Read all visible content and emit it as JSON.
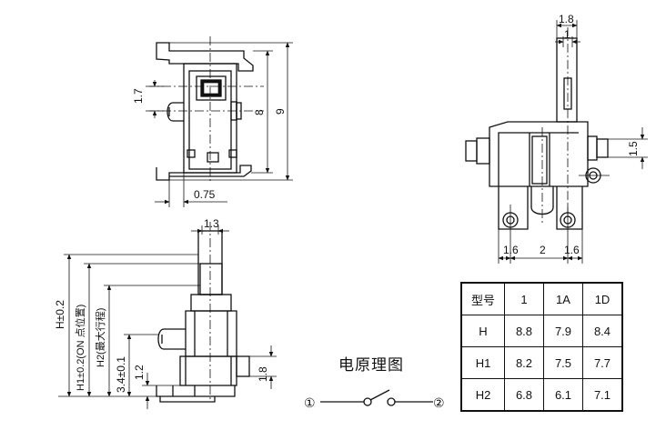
{
  "dimensions": {
    "top_left": {
      "d17": "1.7",
      "d8": "8",
      "d9": "9",
      "d075": "0.75"
    },
    "right": {
      "d18": "1.8",
      "d1": "1",
      "d15": "1.5",
      "d16a": "1.6",
      "d2": "2",
      "d16b": "1.6"
    },
    "bottom_left": {
      "d13": "1.3",
      "h": "H±0.2",
      "h1": "H1±0.2(ON 点位置)",
      "h2": "H2(最大行程)",
      "d34": "3.4±0.1",
      "d12": "1.2",
      "d18": "1.8"
    }
  },
  "caption": "电原理图",
  "circuit": {
    "terminal_1": "①",
    "terminal_2": "②"
  },
  "table": {
    "header": [
      "型号",
      "1",
      "1A",
      "1D"
    ],
    "rows": [
      [
        "H",
        "8.8",
        "7.9",
        "8.4"
      ],
      [
        "H1",
        "8.2",
        "7.5",
        "7.7"
      ],
      [
        "H2",
        "6.8",
        "6.1",
        "7.1"
      ]
    ]
  }
}
